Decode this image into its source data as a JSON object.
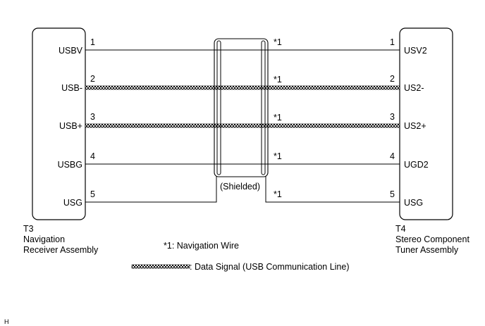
{
  "left_connector": {
    "id": "T3",
    "name_lines": [
      "Navigation",
      "Receiver Assembly"
    ],
    "pins": [
      {
        "num": "1",
        "label": "USBV"
      },
      {
        "num": "2",
        "label": "USB-"
      },
      {
        "num": "3",
        "label": "USB+"
      },
      {
        "num": "4",
        "label": "USBG"
      },
      {
        "num": "5",
        "label": "USG"
      }
    ]
  },
  "right_connector": {
    "id": "T4",
    "name_lines": [
      "Stereo Component",
      "Tuner Assembly"
    ],
    "pins": [
      {
        "num": "1",
        "label": "USV2"
      },
      {
        "num": "2",
        "label": "US2-"
      },
      {
        "num": "3",
        "label": "US2+"
      },
      {
        "num": "4",
        "label": "UGD2"
      },
      {
        "num": "5",
        "label": "USG"
      }
    ]
  },
  "wire_marks": [
    "*1",
    "*1",
    "*1",
    "*1",
    "*1"
  ],
  "shield_label": "(Shielded)",
  "footnote": "*1: Navigation Wire",
  "legend": {
    "label": ": Data Signal (USB Communication Line)"
  },
  "corner_mark": "H"
}
